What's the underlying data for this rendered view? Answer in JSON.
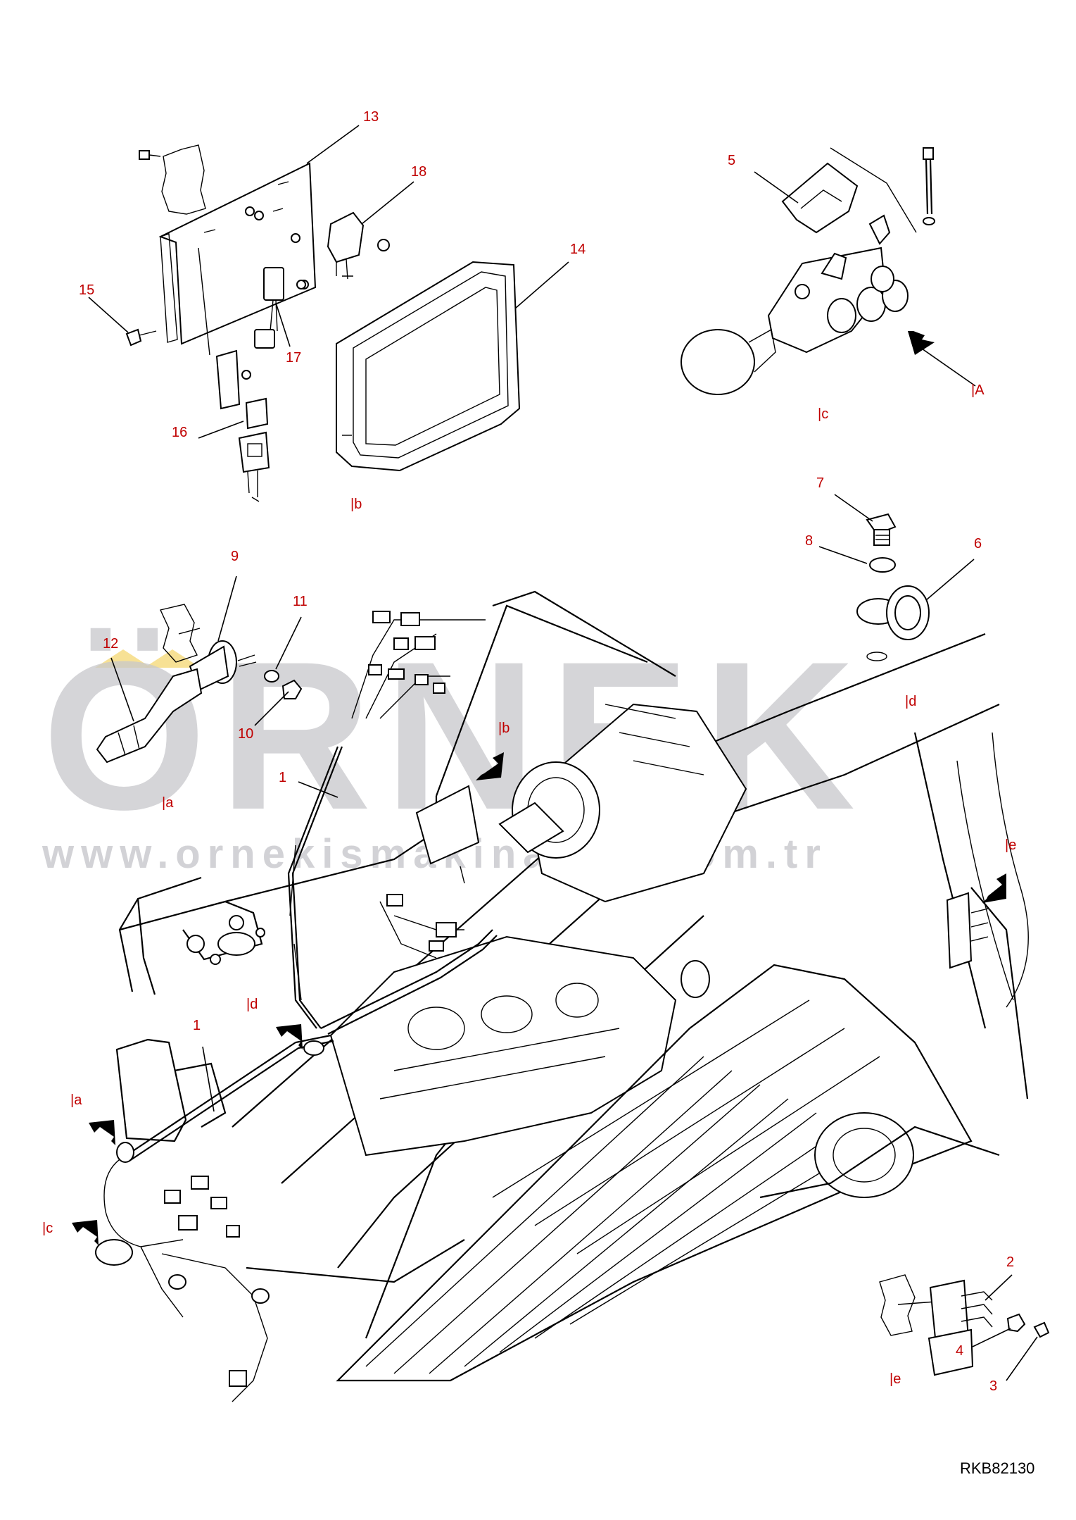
{
  "callouts": {
    "c1a": "1",
    "c1b": "1",
    "c2": "2",
    "c3": "3",
    "c4": "4",
    "c5": "5",
    "c6": "6",
    "c7": "7",
    "c8": "8",
    "c9": "9",
    "c10": "10",
    "c11": "11",
    "c12": "12",
    "c13": "13",
    "c14": "14",
    "c15": "15",
    "c16": "16",
    "c17": "17",
    "c18": "18"
  },
  "view_labels": {
    "b_top": "|b",
    "c_top": "|c",
    "A_arrow": "|A",
    "d_right": "|d",
    "a_left": "|a",
    "b_mid": "|b",
    "e_right": "|e",
    "d_mid": "|d",
    "a_lower": "|a",
    "c_lower": "|c",
    "e_bottom": "|e"
  },
  "drawing_code": "RKB82130",
  "watermark": {
    "brand": "ÖRNEK",
    "url": "www.ornekismakinalari.com.tr",
    "color": "#c8c8cc",
    "accent": "#f5d97a"
  },
  "colors": {
    "callout": "#c00000",
    "lines": "#000000",
    "background": "#ffffff"
  }
}
